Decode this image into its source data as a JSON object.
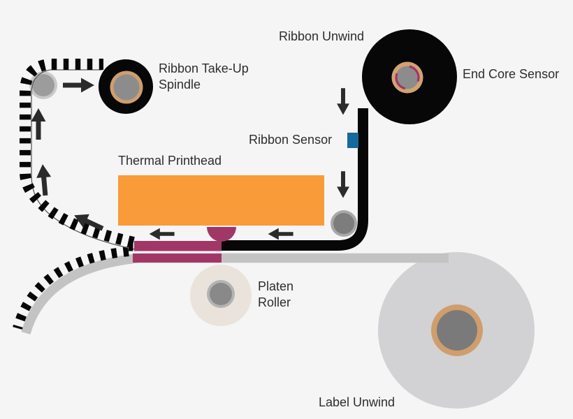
{
  "diagram": {
    "labels": {
      "ribbon_unwind": "Ribbon Unwind",
      "end_core_sensor": "End Core Sensor",
      "ribbon_takeup_spindle": "Ribbon Take-Up\nSpindle",
      "ribbon_sensor": "Ribbon Sensor",
      "thermal_printhead": "Thermal Printhead",
      "platen_roller": "Platen\nRoller",
      "label_unwind": "Label Unwind"
    },
    "icons": {
      "flow_arrow": "direction-arrow"
    },
    "colors": {
      "background": "#f5f5f5",
      "ribbon_black": "#070707",
      "printhead_orange": "#f89b38",
      "ink_magenta": "#a13767",
      "sensor_blue": "#17689b",
      "core_tan": "#cf9e6c",
      "core_tan_light": "#d2a273",
      "label_web_gray": "#c3c3c3",
      "label_roll_gray": "#d2d2d4",
      "platen_cream": "#e9e3db",
      "hub_gray": "#8c8c8c",
      "hub_gray_dark": "#7a7a7a",
      "roller_ring_light": "#c9c9c9",
      "roller_ring_mid": "#a8a8a8",
      "platen_ring": "#b3b3b3",
      "platen_hub": "#898989",
      "guide_hub": "#9c9c9c",
      "right_roller_hub": "#7d7d7d",
      "web_line": "#5a5a5a",
      "arrow_dark": "#2b2b2b",
      "text": "#2d2d2d"
    }
  }
}
